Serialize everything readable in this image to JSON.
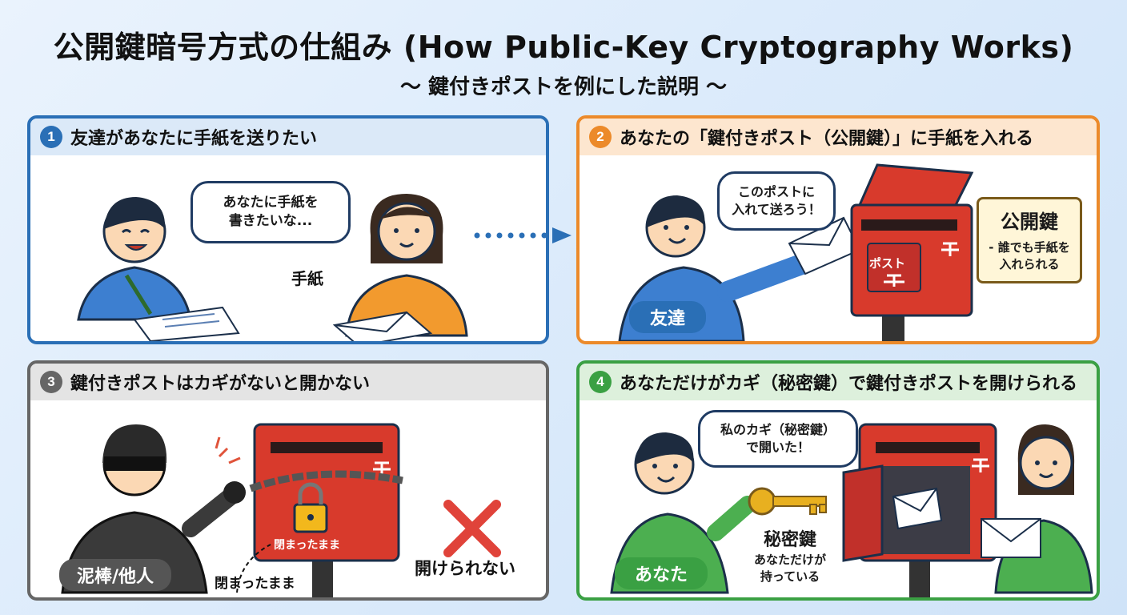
{
  "title": "公開鍵暗号方式の仕組み (How Public-Key Cryptography Works)",
  "subtitle": "〜 鍵付きポストを例にした説明 〜",
  "panels": [
    {
      "number": "1",
      "heading": "友達があなたに手紙を送りたい",
      "bubble_line1": "あなたに手紙を",
      "bubble_line2": "書きたいな...",
      "letter_label": "手紙"
    },
    {
      "number": "2",
      "heading": "あなたの「鍵付きポスト（公開鍵）」に手紙を入れる",
      "bubble_line1": "このポストに",
      "bubble_line2": "入れて送ろう！",
      "post_label": "ポスト",
      "key_title": "公開鍵",
      "key_desc_line1": "- 誰でも手紙を",
      "key_desc_line2": "入れられる",
      "person_tag": "友達"
    },
    {
      "number": "3",
      "heading": "鍵付きポストはカギがないと開かない",
      "lock_label": "閉まったまま",
      "under_label": "閉まったまま",
      "cannot_open": "開けられない",
      "person_tag": "泥棒/他人"
    },
    {
      "number": "4",
      "heading": "あなただけがカギ（秘密鍵）で鍵付きポストを開けられる",
      "bubble_line1": "私のカギ（秘密鍵）",
      "bubble_line2": "で開いた！",
      "key_title": "秘密鍵",
      "key_desc_line1": "あなただけが",
      "key_desc_line2": "持っている",
      "person_tag": "あなた"
    }
  ],
  "colors": {
    "panel1": "#2a6fb6",
    "panel2": "#ec8a2a",
    "panel3": "#666666",
    "panel4": "#3aa043",
    "mailbox_red": "#d83a2c",
    "key_gold": "#e8b020"
  }
}
